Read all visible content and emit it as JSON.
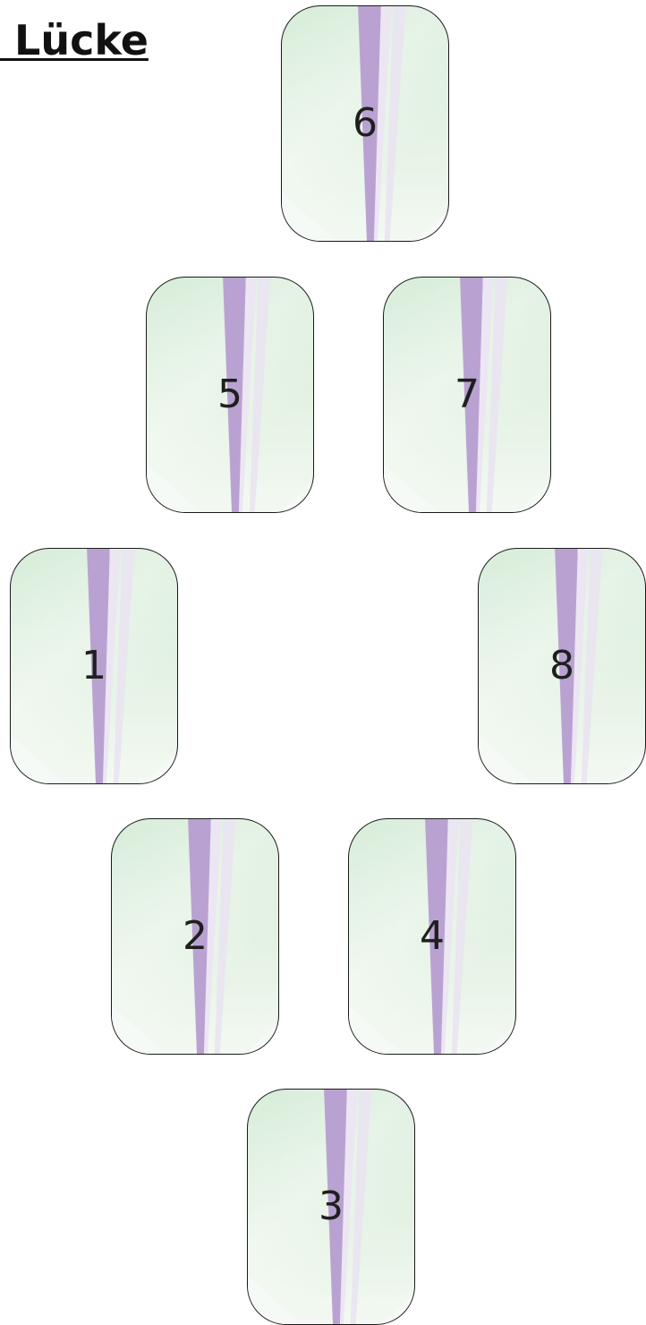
{
  "title": " Lücke",
  "cards": [
    {
      "number": "6"
    },
    {
      "number": "5"
    },
    {
      "number": "7"
    },
    {
      "number": "1"
    },
    {
      "number": "8"
    },
    {
      "number": "2"
    },
    {
      "number": "4"
    },
    {
      "number": "3"
    }
  ],
  "colors": {
    "card_green": "#d6ecd8",
    "card_purple_stripe": "#b9a2d2",
    "card_border": "#1a1a1a",
    "number_text": "#1f1f1f"
  }
}
